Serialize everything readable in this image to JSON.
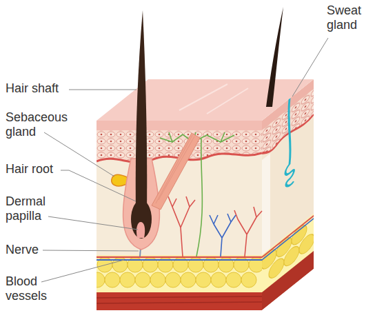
{
  "diagram": {
    "labels": [
      "Hair shaft",
      "Sebaceous gland",
      "Hair root",
      "Dermal papilla",
      "Nerve",
      "Blood vessels",
      "Sweat gland"
    ]
  }
}
